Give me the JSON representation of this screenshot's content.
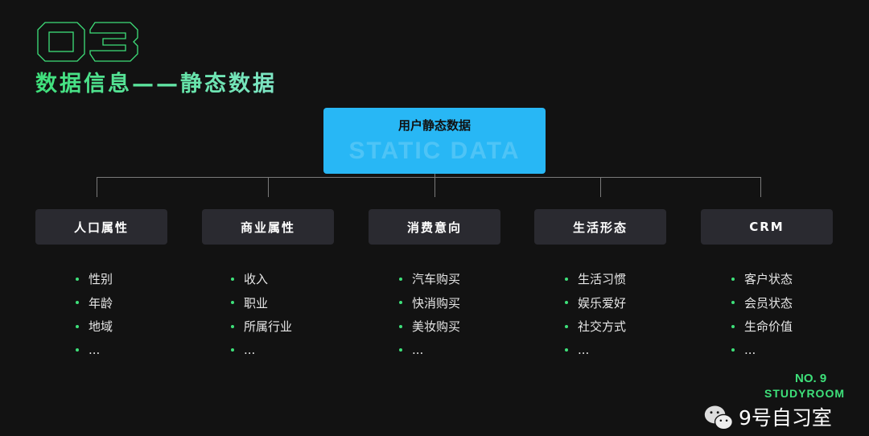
{
  "section_number": "03",
  "title": "数据信息——静态数据",
  "root": {
    "label": "用户静态数据",
    "watermark": "STATIC DATA"
  },
  "categories": [
    {
      "label": "人口属性",
      "items": [
        "性别",
        "年龄",
        "地域",
        "..."
      ]
    },
    {
      "label": "商业属性",
      "items": [
        "收入",
        "职业",
        "所属行业",
        "..."
      ]
    },
    {
      "label": "消费意向",
      "items": [
        "汽车购买",
        "快消购买",
        "美妆购买",
        "..."
      ]
    },
    {
      "label": "生活形态",
      "items": [
        "生活习惯",
        "娱乐爱好",
        "社交方式",
        "..."
      ]
    },
    {
      "label": "CRM",
      "items": [
        "客户状态",
        "会员状态",
        "生命价值",
        "..."
      ]
    }
  ],
  "badge": {
    "number": "NO. 9",
    "name": "STUDYROOM"
  },
  "watermark": "9号自习室",
  "colors": {
    "accent": "#3ee07a",
    "root": "#28b7f5",
    "card": "#2a2a30"
  }
}
